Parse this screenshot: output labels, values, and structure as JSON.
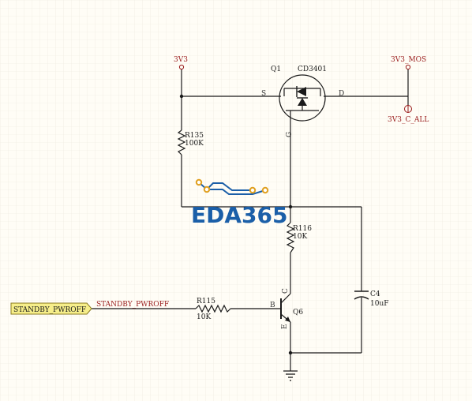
{
  "schematic": {
    "power_nets": {
      "v3v3": "3V3",
      "v3v3_mos": "3V3_MOS",
      "v3v3_c_all": "3V3_C_ALL"
    },
    "components": {
      "q1": {
        "designator": "Q1",
        "part": "CD3401",
        "pins": {
          "s": "S",
          "d": "D",
          "g": "G"
        }
      },
      "r135": {
        "designator": "R135",
        "value": "100K"
      },
      "r116": {
        "designator": "R116",
        "value": "10K"
      },
      "r115": {
        "designator": "R115",
        "value": "10K"
      },
      "c4": {
        "designator": "C4",
        "value": "10uF"
      },
      "q6": {
        "designator": "Q6",
        "pins": {
          "b": "B",
          "c": "C",
          "e": "E"
        }
      }
    },
    "port": {
      "label": "STANDBY_PWROFF",
      "net_label": "STANDBY_PWROFF"
    },
    "watermark": "EDA365",
    "colors": {
      "background": "#fffdf6",
      "grid": "#e8e4da",
      "wire": "#1a1a1a",
      "label_red": "#9a1d1d",
      "port_fill": "#f6ee8a",
      "logo_blue": "#1b5fa8",
      "logo_gold": "#e0a020"
    }
  }
}
